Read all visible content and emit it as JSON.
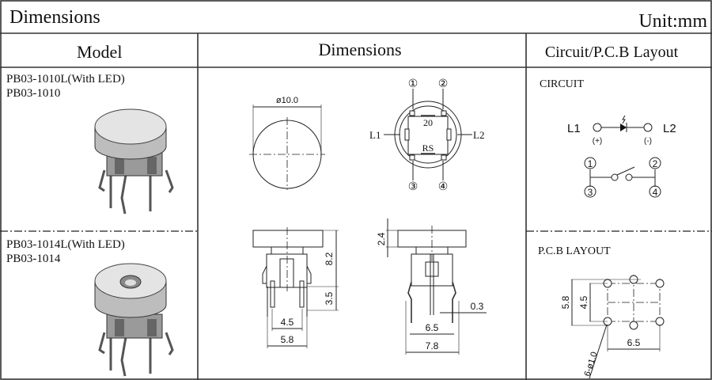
{
  "header": {
    "title": "Dimensions",
    "unit": "Unit:mm"
  },
  "columns": {
    "model": "Model",
    "dimensions": "Dimensions",
    "circuit": "Circuit/P.C.B Layout"
  },
  "models": [
    {
      "line1": "PB03-1010L(With LED)",
      "line2": "PB03-1010"
    },
    {
      "line1": "PB03-1014L(With LED)",
      "line2": "PB03-1014"
    }
  ],
  "top_view": {
    "diameter": "ø10.0",
    "pin1": "①",
    "pin2": "②",
    "pin3": "③",
    "pin4": "④",
    "l1": "L1",
    "l2": "L2",
    "mark_top": "20",
    "mark_bottom": "RS"
  },
  "side_view": {
    "height_total": "8.2",
    "leg_length": "3.5",
    "pin_span_inner": "4.5",
    "body_width": "5.8",
    "cap_height": "2.4",
    "pin_span": "6.5",
    "width_outer": "7.8",
    "pin_thickness": "0.3"
  },
  "circuit": {
    "title": "CIRCUIT",
    "l1": "L1",
    "l2": "L2",
    "plus": "(+)",
    "minus": "(-)",
    "p1": "1",
    "p2": "2",
    "p3": "3",
    "p4": "4"
  },
  "pcb": {
    "title": "P.C.B LAYOUT",
    "dim_outer": "5.8",
    "dim_inner": "4.5",
    "dim_width": "6.5",
    "holes": "6-ø1.0"
  }
}
